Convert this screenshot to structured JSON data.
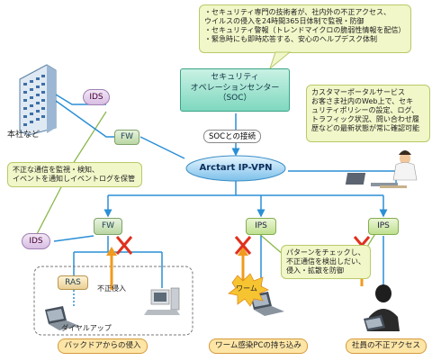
{
  "soc_callout": {
    "lines": [
      "・セキュリティ専門の技術者が、社内外の不正アクセス、",
      "  ウイルスの侵入を24時間365日体制で監視・防御",
      "・セキュリティ警報（トレンドマイクロの脆弱性情報を配信）",
      "・緊急時にも即時応答する、安心のヘルプデスク体制"
    ]
  },
  "soc": {
    "lines": [
      "セキュリティ",
      "オペレーションセンター",
      "（SOC）"
    ]
  },
  "soc_link_label": "SOCとの接続",
  "vpn_label": "Arctart IP-VPN",
  "portal_callout": {
    "lines": [
      "カスタマーポータルサービス",
      "お客さま社内のWeb上で、セキ",
      "ュリティポリシーの設定、ログ、",
      "トラフィック状況、問い合わせ履",
      "歴などの最新状態が常に確認可能"
    ]
  },
  "hq_label": "本社など",
  "ids_callout": {
    "lines": [
      "不正な通信を監視・検知、",
      "イベントを通知しイベントログを保管"
    ]
  },
  "ips_callout": {
    "lines": [
      "パターンをチェックし、",
      "不正通信を検出しだい、",
      "侵入・拡散を防御"
    ]
  },
  "nodes": {
    "ids_top": "IDS",
    "fw_top": "FW",
    "ids_left": "IDS",
    "fw_mid": "FW",
    "ips_mid": "IPS",
    "ips_right": "IPS"
  },
  "ras_label": "RAS",
  "unauth_label": "不正侵入",
  "dialup_label": "ダイヤルアップ",
  "worm_label": "ワーム",
  "badges": {
    "backdoor": "バックドアからの侵入",
    "worm_pc": "ワーム感染PCの持ち込み",
    "insider": "社員の不正アクセス"
  },
  "colors": {
    "callout_bg": "#f1f7c8",
    "badge_bg": "#fde5a6",
    "line_blue": "#2a8fd6",
    "cross_red": "#e0301e",
    "attack_orange": "#f19a1e"
  }
}
